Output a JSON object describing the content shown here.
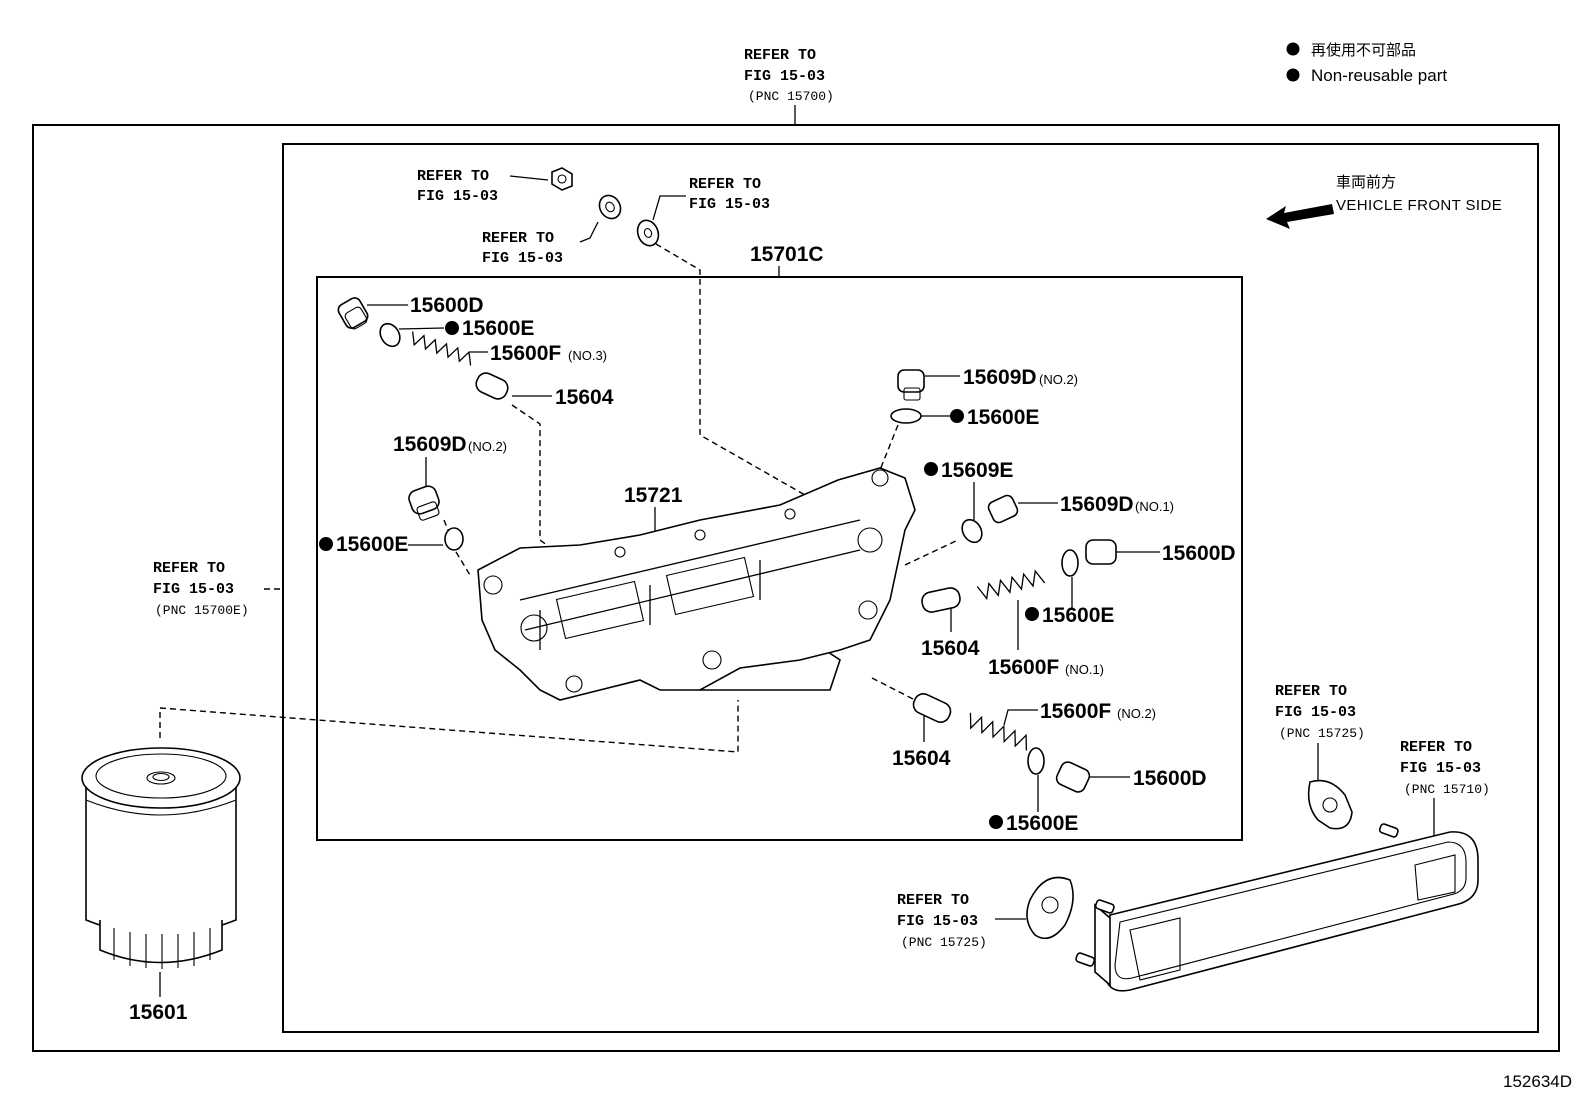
{
  "legend": {
    "jp": "再使用不可部品",
    "en": "Non-reusable part"
  },
  "direction": {
    "jp": "車両前方",
    "en": "VEHICLE FRONT SIDE"
  },
  "refs": {
    "top": {
      "l1": "REFER TO",
      "l2": "FIG 15-03",
      "l3": "(PNC 15700)"
    },
    "nut": {
      "l1": "REFER TO",
      "l2": "FIG 15-03"
    },
    "washer_small": {
      "l1": "REFER TO",
      "l2": "FIG 15-03"
    },
    "washer_large": {
      "l1": "REFER TO",
      "l2": "FIG 15-03"
    },
    "left": {
      "l1": "REFER TO",
      "l2": "FIG 15-03",
      "l3": "(PNC 15700E)"
    },
    "gasket_upper": {
      "l1": "REFER TO",
      "l2": "FIG 15-03",
      "l3": "(PNC 15725)"
    },
    "cooler": {
      "l1": "REFER TO",
      "l2": "FIG 15-03",
      "l3": "(PNC 15710)"
    },
    "gasket_lower": {
      "l1": "REFER TO",
      "l2": "FIG 15-03",
      "l3": "(PNC 15725)"
    }
  },
  "parts": {
    "p15701C": "15701C",
    "p15721": "15721",
    "p15601": "15601",
    "ul_15600D": "15600D",
    "ul_15600E": "15600E",
    "ul_15600F": "15600F",
    "ul_15600F_note": "(NO.3)",
    "ul_15604": "15604",
    "lm_15609D": "15609D",
    "lm_15609D_note": "(NO.2)",
    "lm_15600E": "15600E",
    "ur_15609D": "15609D",
    "ur_15609D_note": "(NO.2)",
    "ur_15600E": "15600E",
    "r_15609E": "15609E",
    "r_15609D": "15609D",
    "r_15609D_note": "(NO.1)",
    "r_15600D": "15600D",
    "r_15600E": "15600E",
    "r_15604": "15604",
    "r_15600F": "15600F",
    "r_15600F_note": "(NO.1)",
    "lr_15600F": "15600F",
    "lr_15600F_note": "(NO.2)",
    "lr_15604": "15604",
    "lr_15600D": "15600D",
    "lr_15600E": "15600E"
  },
  "figure_id": "152634D",
  "icons": [
    "non-reusable-dot-icon",
    "front-arrow-icon"
  ]
}
